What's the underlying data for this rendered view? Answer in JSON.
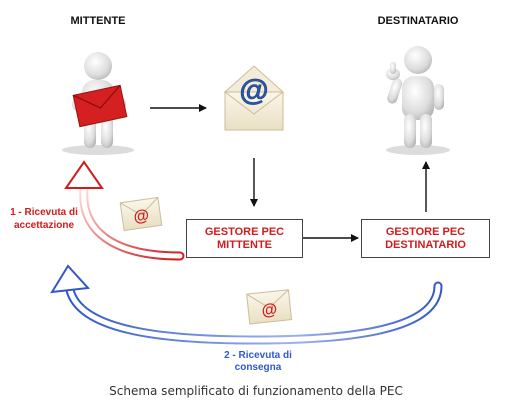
{
  "headers": {
    "sender": "MITTENTE",
    "recipient": "DESTINATARIO"
  },
  "boxes": {
    "sender_manager": [
      "GESTORE PEC",
      "MITTENTE"
    ],
    "recipient_manager": [
      "GESTORE PEC",
      "DESTINATARIO"
    ]
  },
  "receipts": {
    "acceptance": [
      "1 - Ricevuta di",
      "accettazione"
    ],
    "delivery": [
      "2 - Ricevuta di",
      "consegna"
    ]
  },
  "envelope_symbol": "@",
  "caption": "Schema semplificato di funzionamento della PEC",
  "colors": {
    "accent_red": "#d01c1c",
    "accent_blue": "#3158c8",
    "envelope_red": "#d42020",
    "figure": "#e4e4e4",
    "at_blue": "#2a5aa8"
  },
  "icons": [
    "person-with-envelope-icon",
    "email-envelope-icon",
    "person-thumbs-up-icon"
  ]
}
